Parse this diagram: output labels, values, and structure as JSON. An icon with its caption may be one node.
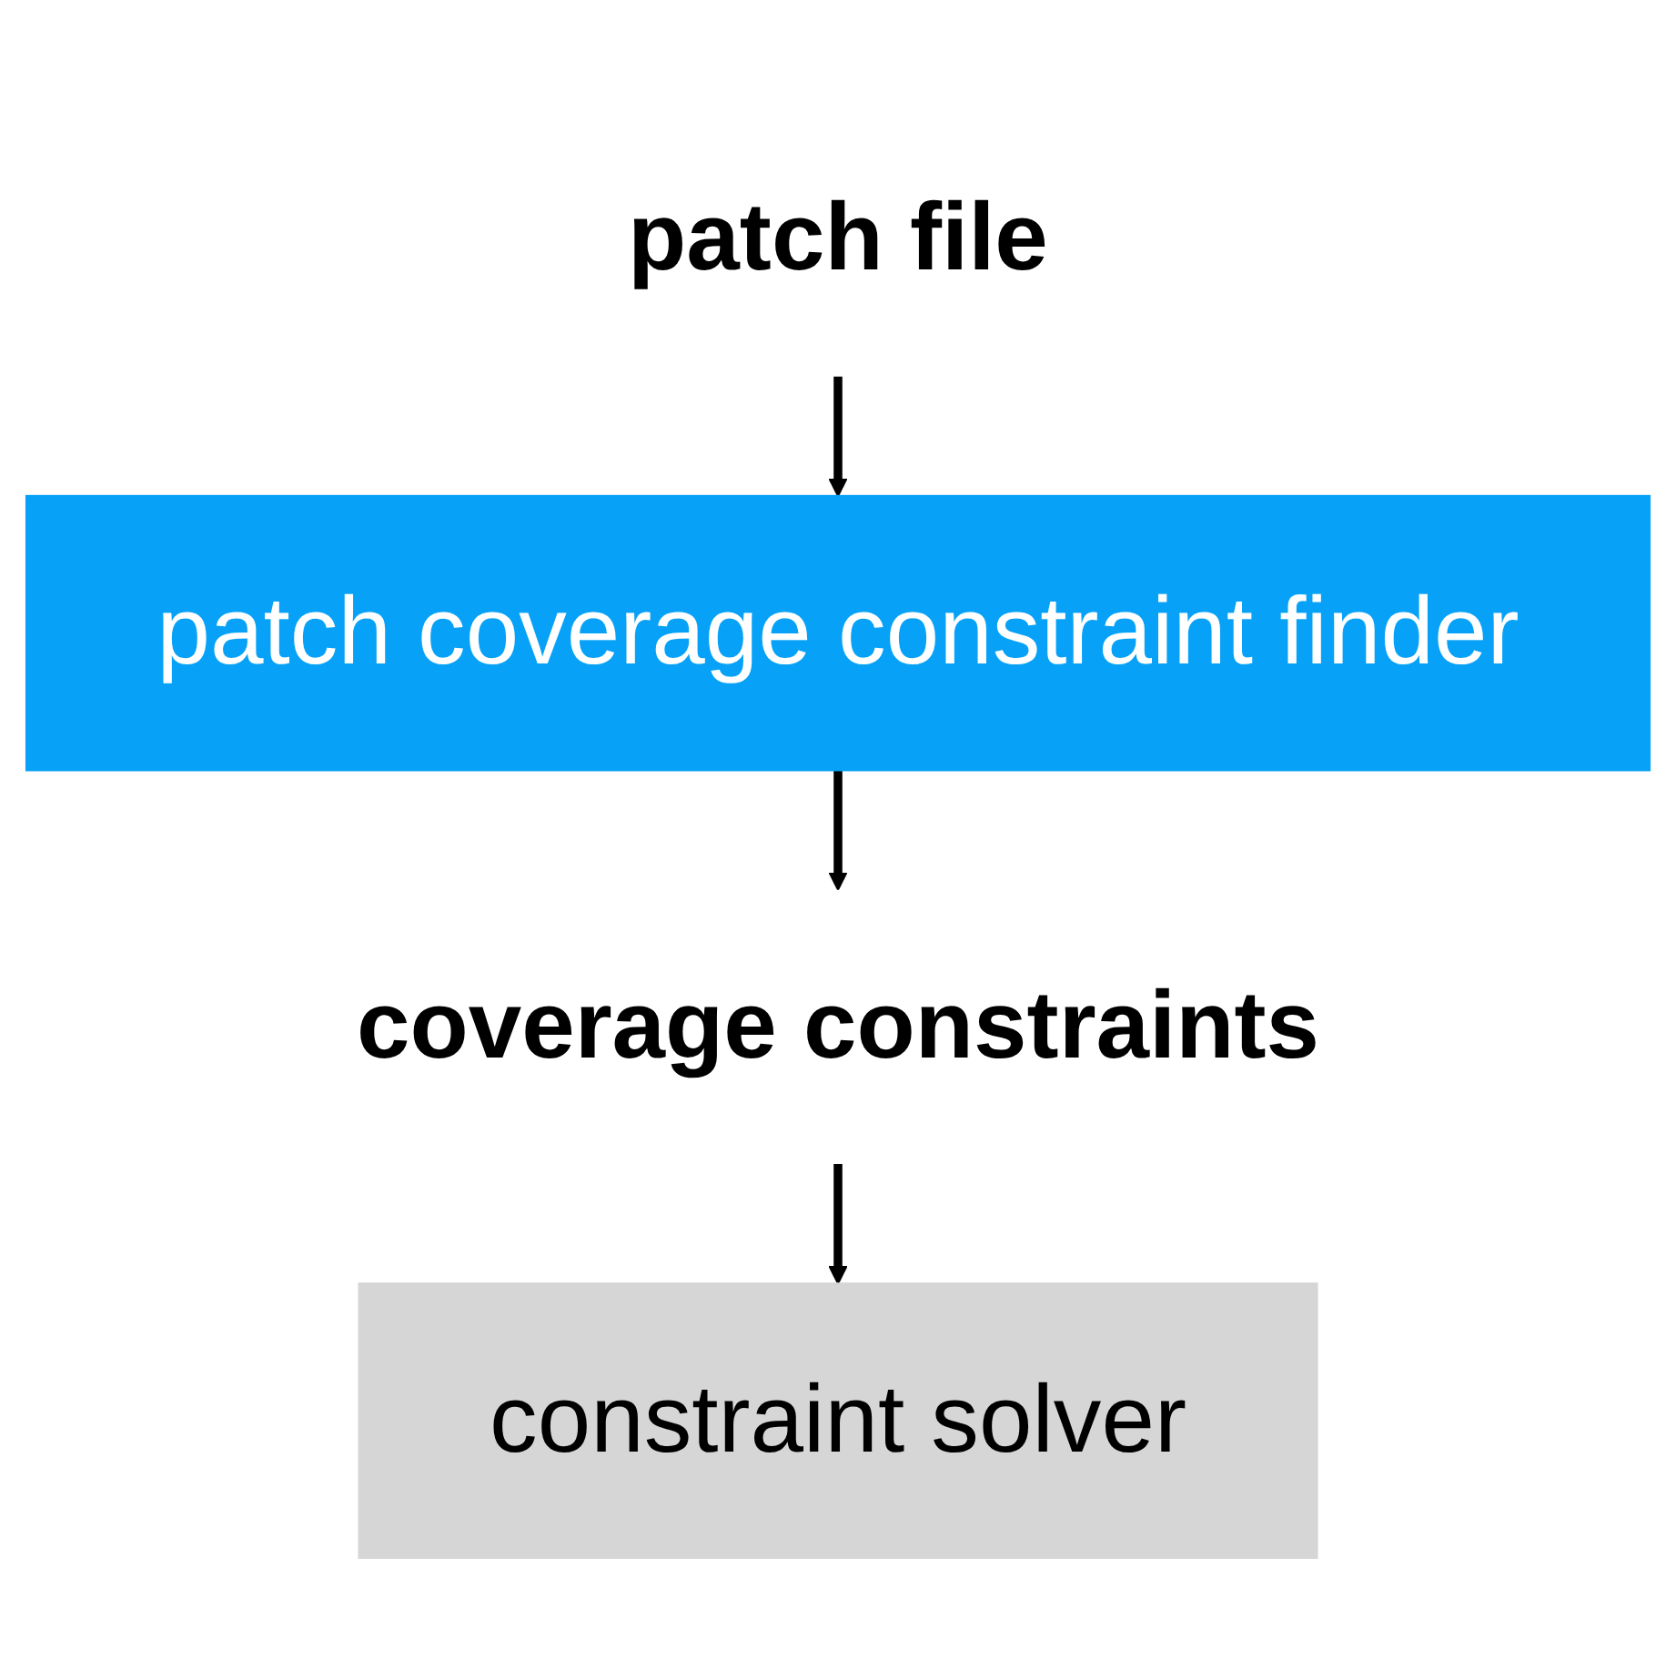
{
  "diagram": {
    "nodes": [
      {
        "text": [
          "patch file"
        ]
      },
      {
        "text": [
          "patch coverage constraint finder"
        ]
      },
      {
        "text": [
          "coverage constraints"
        ]
      },
      {
        "text": [
          "constraint solver"
        ]
      }
    ],
    "edges": [
      {
        "from": 0,
        "to": 1,
        "arrow": "to"
      },
      {
        "from": 1,
        "to": 2,
        "arrow": "to"
      },
      {
        "from": 2,
        "to": 3,
        "arrow": "to"
      }
    ]
  }
}
